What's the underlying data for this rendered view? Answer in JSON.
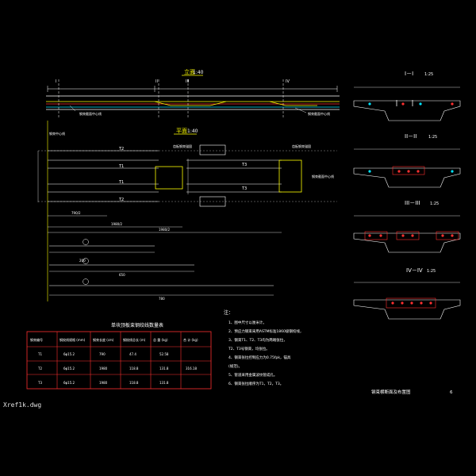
{
  "file_tab": "Xref1k.dwg",
  "elevation": {
    "title": "立面",
    "scale": "1:40",
    "note": "钢束截面中心线",
    "note_right": "钢束截面中心线"
  },
  "plan": {
    "title": "平面",
    "scale": "1:40",
    "note_left": "钢束中心线",
    "note_mid": "齿板钢束锚固",
    "note_right": "齿板钢束锚固",
    "note_far": "钢束截面中心线"
  },
  "section_marks": {
    "s1": "I",
    "s2": "II",
    "s3": "III",
    "s4": "IV"
  },
  "sections": [
    {
      "title": "I－I",
      "scale": "1:25"
    },
    {
      "title": "II－II",
      "scale": "1:25"
    },
    {
      "title": "III－III",
      "scale": "1:25"
    },
    {
      "title": "IV－IV",
      "scale": "1:25"
    }
  ],
  "tendon_labels": {
    "t1": "T1",
    "t2": "T2",
    "t3": "T3"
  },
  "dims": {
    "d1": "790/2",
    "d2": "1980/2",
    "d3": "1980/2",
    "d4": "200",
    "d5": "650",
    "d6": "780"
  },
  "table": {
    "title": "单块顶板束钢绞线数量表",
    "headers": [
      "钢束编号",
      "钢绞线规格 (mm)",
      "钢束长度 (cm)",
      "钢绞线总长 (m)",
      "总 重 (kg)",
      "合 计 (kg)"
    ],
    "rows": [
      [
        "T1",
        "6φ15.2",
        "790",
        "47.4",
        "52.58",
        ""
      ],
      [
        "T2",
        "6φ15.2",
        "1980",
        "118.8",
        "131.8",
        ""
      ],
      [
        "T3",
        "6φ15.2",
        "1980",
        "118.8",
        "131.8",
        "316.18"
      ]
    ]
  },
  "notes": {
    "title": "注：",
    "items": [
      "1、图中尺寸以厘米计。",
      "2、预应力钢束采用ASTM标准1860级钢绞线，",
      "3、钢束T1、T2、T3均为两端张拉，",
      "    T2、T3号钢束，均张拉。",
      "4、钢束张拉控制应力为0.75fpk，锚具",
      "    (规范)。",
      "5、管道采用金属波纹管成孔。",
      "6、钢束张拉顺序为T1，T2，T3。"
    ]
  },
  "drawing_title": "钢束横断面及布置图",
  "sheet_no": "6",
  "colors": {
    "bg": "#000000",
    "line": "#ffffff",
    "cyan": "#00e5ff",
    "yellow": "#ffff00",
    "red": "#ff3030",
    "green": "#30ff30",
    "magenta": "#ff40ff",
    "table_border": "#ff3030"
  }
}
